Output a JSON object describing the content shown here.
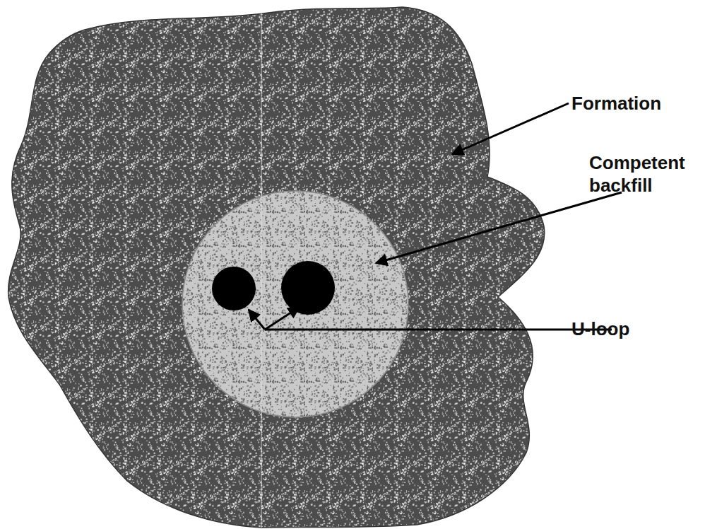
{
  "diagram": {
    "labels": [
      "Formation",
      "Competent backfill",
      "U-loop"
    ]
  }
}
